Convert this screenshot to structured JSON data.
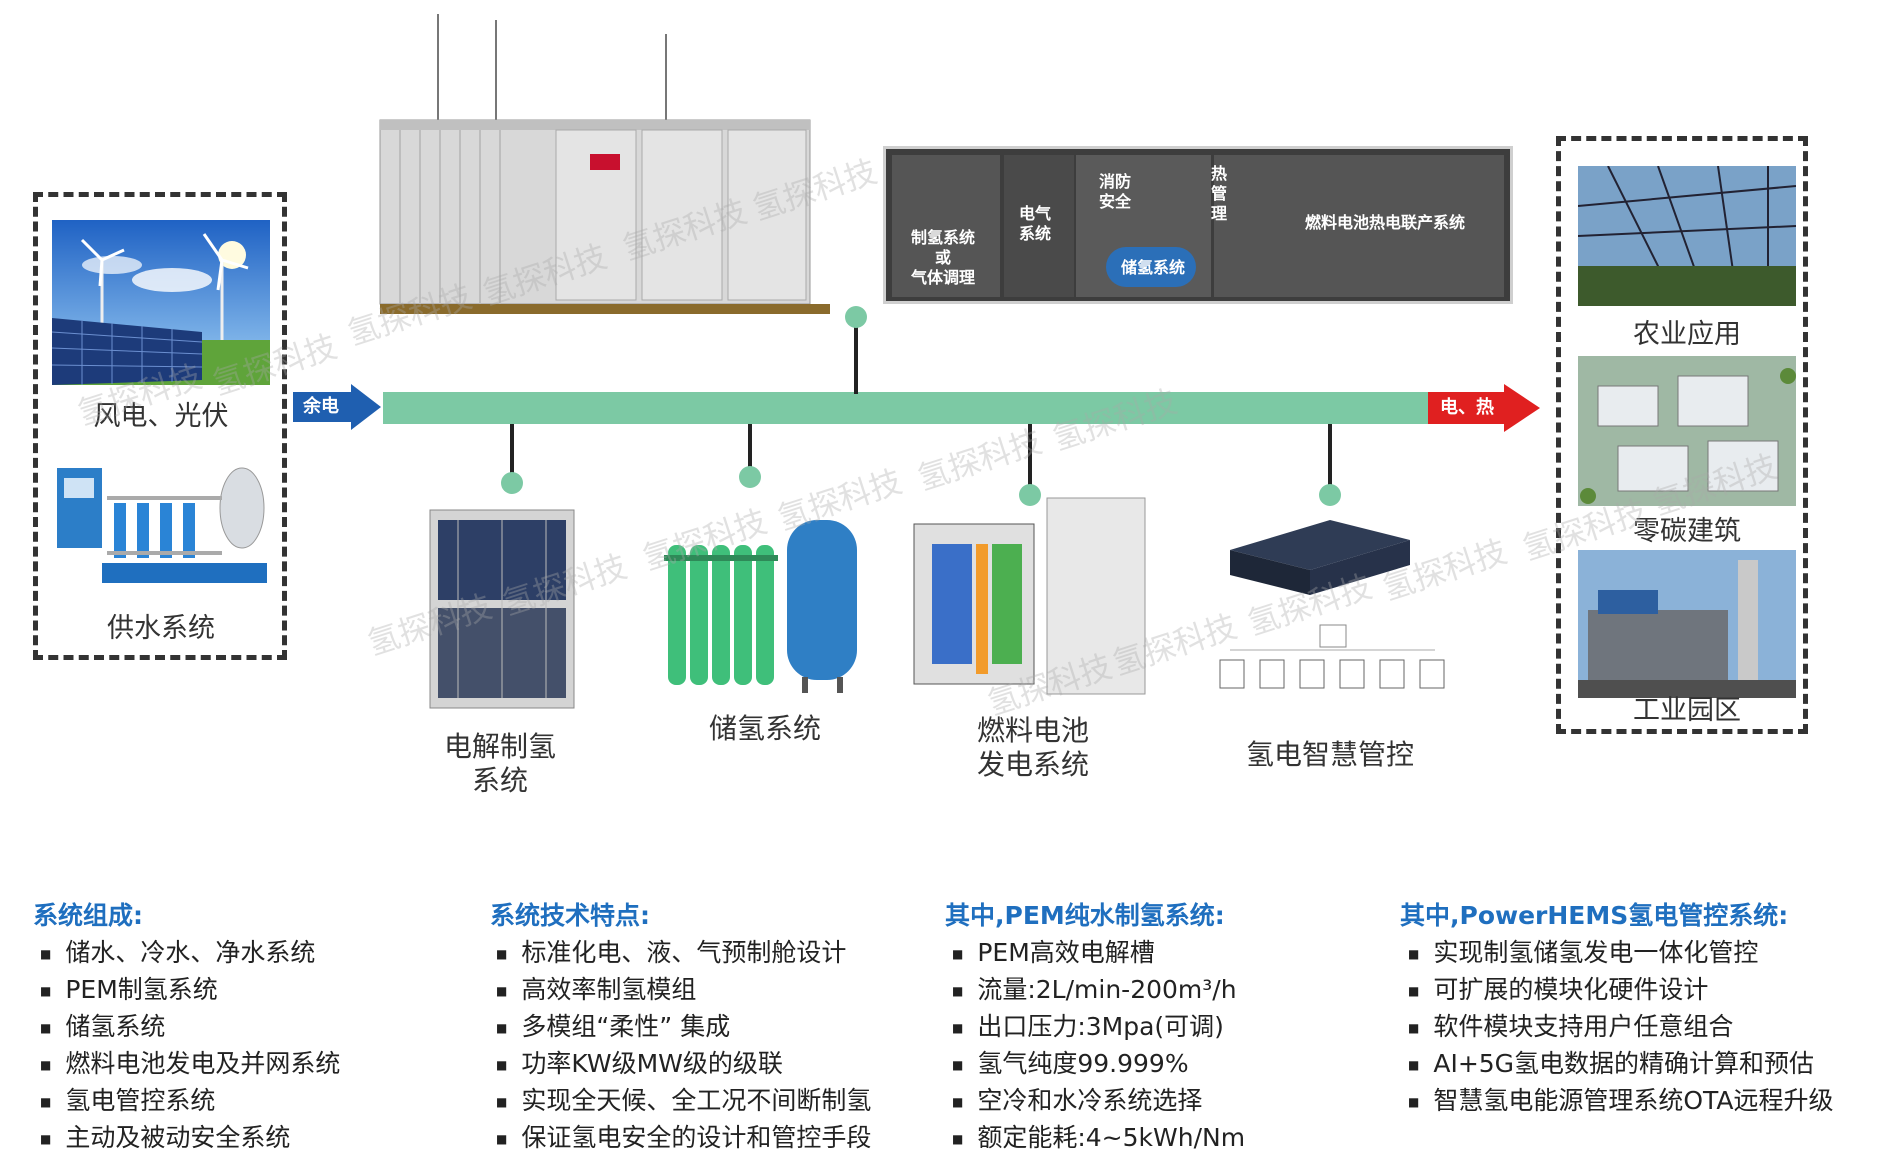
{
  "left_inputs": {
    "wind_solar_label": "风电、光伏",
    "water_label": "供水系统"
  },
  "flow": {
    "input_tag": "余电",
    "output_tag": "电、热"
  },
  "container": {
    "plan_labels": {
      "hydrogen_prod": "制氢系统\n或\n气体调理",
      "electrical": "电气\n系统",
      "fire_safety": "消防\n安全",
      "thermal": "热\n管\n理",
      "storage": "储氢系统",
      "chp": "燃料电池热电联产系统"
    }
  },
  "modules": [
    {
      "label": "电解制氢\n系统"
    },
    {
      "label": "储氢系统"
    },
    {
      "label": "燃料电池\n发电系统"
    },
    {
      "label": "氢电智慧管控"
    }
  ],
  "applications": {
    "agriculture": "农业应用",
    "zero_carbon": "零碳建筑",
    "industrial": "工业园区"
  },
  "watermark": "氢探科技",
  "columns": [
    {
      "title": "系统组成:",
      "items": [
        "储水、冷水、净水系统",
        "PEM制氢系统",
        "储氢系统",
        "燃料电池发电及并网系统",
        "氢电管控系统",
        "主动及被动安全系统"
      ]
    },
    {
      "title": "系统技术特点:",
      "items": [
        "标准化电、液、气预制舱设计",
        "高效率制氢模组",
        "多模组“柔性” 集成",
        "功率KW级MW级的级联",
        "实现全天候、全工况不间断制氢",
        "保证氢电安全的设计和管控手段"
      ]
    },
    {
      "title": "其中,PEM纯水制氢系统:",
      "items": [
        "PEM高效电解槽",
        "流量:2L/min-200m³/h",
        "出口压力:3Mpa(可调)",
        "氢气纯度99.999%",
        "空冷和水冷系统选择",
        "额定能耗:4~5kWh/Nm"
      ]
    },
    {
      "title": "其中,PowerHEMS氢电管控系统:",
      "items": [
        "实现制氢储氢发电一体化管控",
        "可扩展的模块化硬件设计",
        "软件模块支持用户任意组合",
        "AI+5G氢电数据的精确计算和预估",
        "智慧氢电能源管理系统OTA远程升级"
      ]
    }
  ],
  "colors": {
    "bus_green": "#7cc9a4",
    "arrow_blue": "#1f5fb0",
    "arrow_red": "#e02020",
    "title_blue": "#1f6fbf"
  }
}
